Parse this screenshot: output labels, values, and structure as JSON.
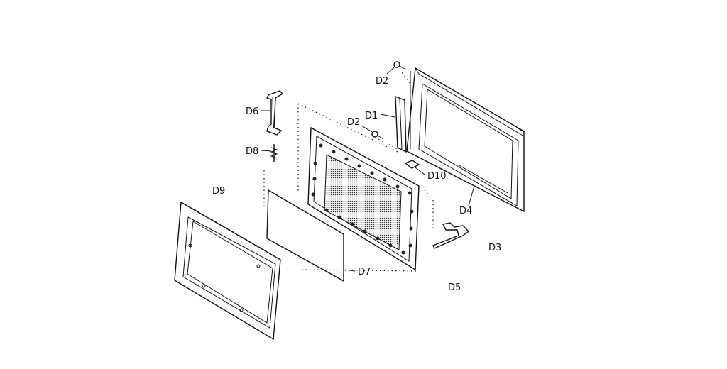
{
  "diagram": {
    "parts": [
      {
        "id": "d1",
        "label": "D1"
      },
      {
        "id": "d2a",
        "label": "D2"
      },
      {
        "id": "d2b",
        "label": "D2"
      },
      {
        "id": "d3",
        "label": "D3"
      },
      {
        "id": "d4",
        "label": "D4"
      },
      {
        "id": "d5",
        "label": "D5"
      },
      {
        "id": "d6",
        "label": "D6"
      },
      {
        "id": "d7",
        "label": "D7"
      },
      {
        "id": "d8",
        "label": "D8"
      },
      {
        "id": "d9",
        "label": "D9"
      },
      {
        "id": "d10",
        "label": "D10"
      }
    ]
  }
}
